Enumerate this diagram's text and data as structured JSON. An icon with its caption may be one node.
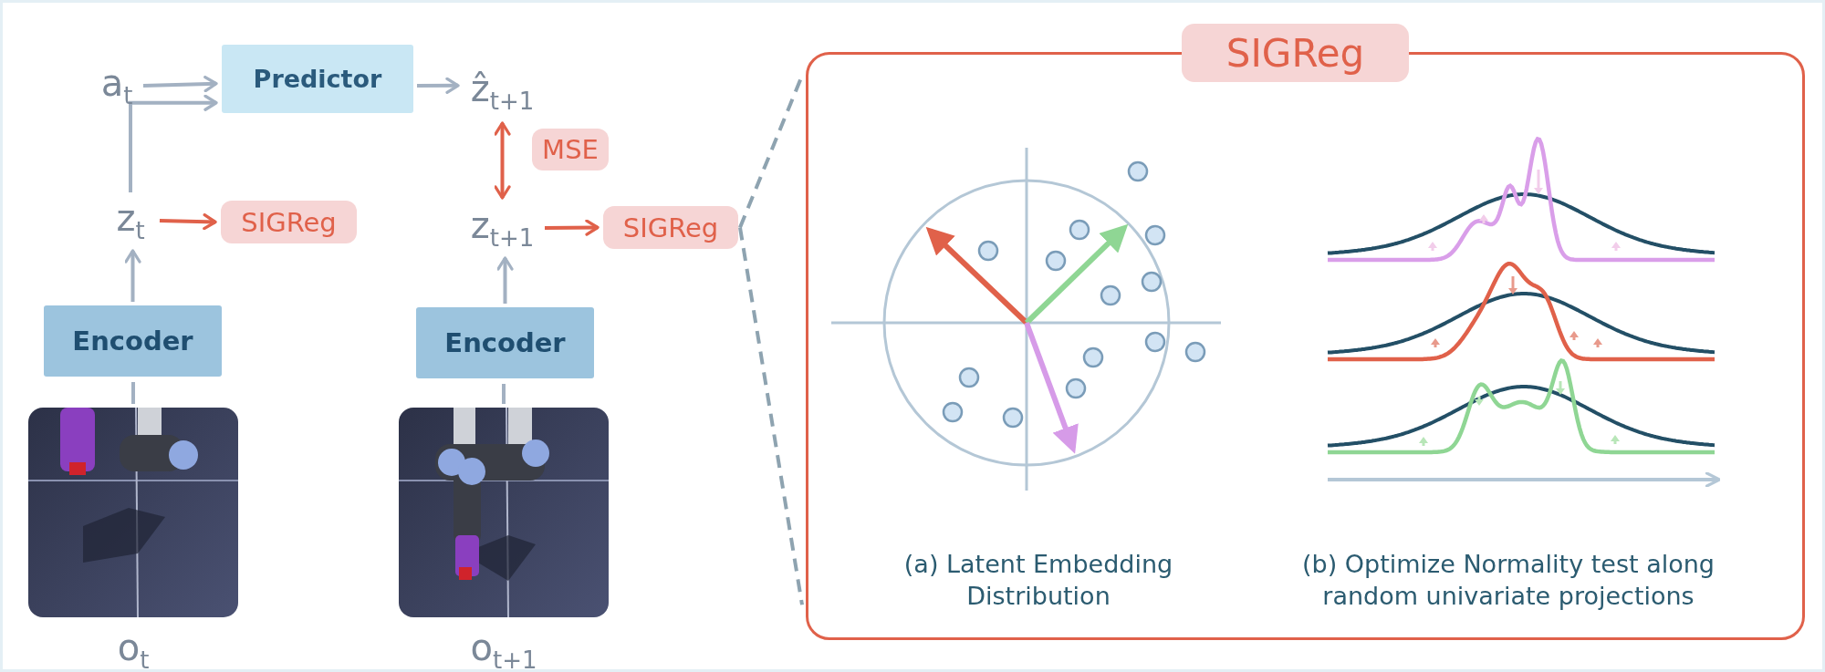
{
  "diagram": {
    "nodes": [
      {
        "text": [
          "a$_{t}$"
        ]
      },
      {
        "text": [
          "Predictor"
        ]
      },
      {
        "text": [
          "ẑ$_{t+1}$"
        ]
      },
      {
        "text": [
          "z$_{t}$"
        ]
      },
      {
        "text": [
          "SIGReg"
        ]
      },
      {
        "text": [
          "z$_{t+1}$"
        ]
      },
      {
        "text": [
          "SIGReg"
        ]
      },
      {
        "text": [
          "Encoder"
        ]
      },
      {
        "text": [
          "Encoder"
        ]
      },
      {
        "text": [],
        "shape": "picture",
        "beside": [
          "o$_{t}$"
        ]
      },
      {
        "text": [],
        "shape": "picture",
        "beside": [
          "o$_{t+1}$"
        ]
      },
      {
        "text": [
          "SIGReg"
        ]
      }
    ],
    "edges": [
      {
        "from": 0,
        "to": 1,
        "arrow": "to"
      },
      {
        "from": 3,
        "to": 1,
        "arrow": "to"
      },
      {
        "from": 1,
        "to": 2,
        "arrow": "to"
      },
      {
        "from": 2,
        "to": 5,
        "arrow": "both",
        "label": "MSE",
        "color": "#e0614a"
      },
      {
        "from": 3,
        "to": 4,
        "arrow": "to",
        "color": "#e0614a"
      },
      {
        "from": 5,
        "to": 6,
        "arrow": "to",
        "color": "#e0614a"
      },
      {
        "from": 7,
        "to": 3,
        "arrow": "to"
      },
      {
        "from": 8,
        "to": 5,
        "arrow": "to"
      },
      {
        "from": 9,
        "to": 7,
        "arrow": "none"
      },
      {
        "from": 10,
        "to": 8,
        "arrow": "none"
      },
      {
        "from": 6,
        "to": 11,
        "arrow": "none",
        "style": "dashed"
      },
      {
        "from": 6,
        "to": 11,
        "arrow": "none",
        "style": "dashed"
      }
    ],
    "labels": [
      "(a) Latent Embedding Distribution",
      "(b) Optimize Normality test along random univariate projections"
    ]
  }
}
